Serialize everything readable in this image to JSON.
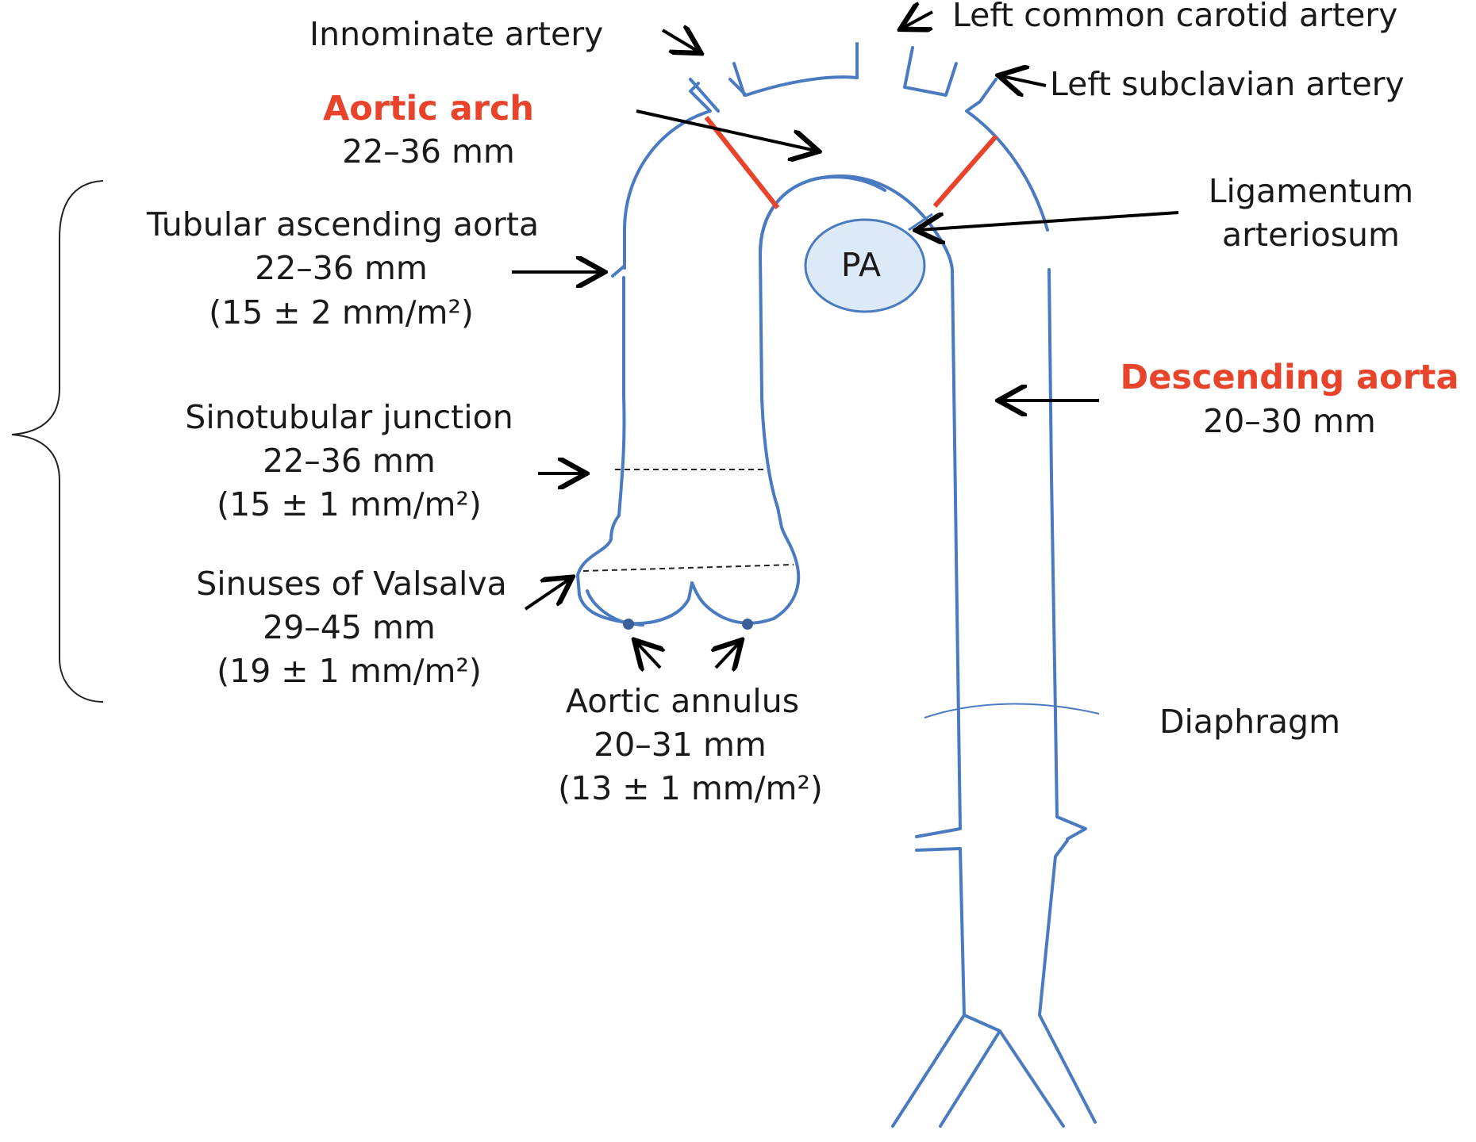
{
  "colors": {
    "vessel": "#4a7ac0",
    "highlight_red": "#e8442c",
    "pa_fill": "#dbeaf6",
    "text": "#1a1a1a"
  },
  "labels": {
    "innominate_artery": "Innominate artery",
    "left_common_carotid": "Left common carotid artery",
    "left_subclavian": "Left subclavian artery",
    "aortic_arch_title": "Aortic arch",
    "aortic_arch_range": "22–36 mm",
    "tubular_ascending_title": "Tubular ascending  aorta",
    "tubular_ascending_range": "22–36 mm",
    "tubular_ascending_index": "(15 ± 2 mm/m²)",
    "ligamentum_line1": "Ligamentum",
    "ligamentum_line2": "arteriosum",
    "pa": "PA",
    "descending_title": "Descending  aorta",
    "descending_range": "20–30 mm",
    "sinotubular_title": "Sinotubular junction",
    "sinotubular_range": "22–36 mm",
    "sinotubular_index": "(15 ± 1 mm/m²)",
    "sinuses_title": "Sinuses of Valsalva",
    "sinuses_range": "29–45 mm",
    "sinuses_index": "(19 ± 1 mm/m²)",
    "annulus_title": "Aortic annulus",
    "annulus_range": "20–31 mm",
    "annulus_index": "(13 ± 1 mm/m²)",
    "diaphragm": "Diaphragm"
  }
}
